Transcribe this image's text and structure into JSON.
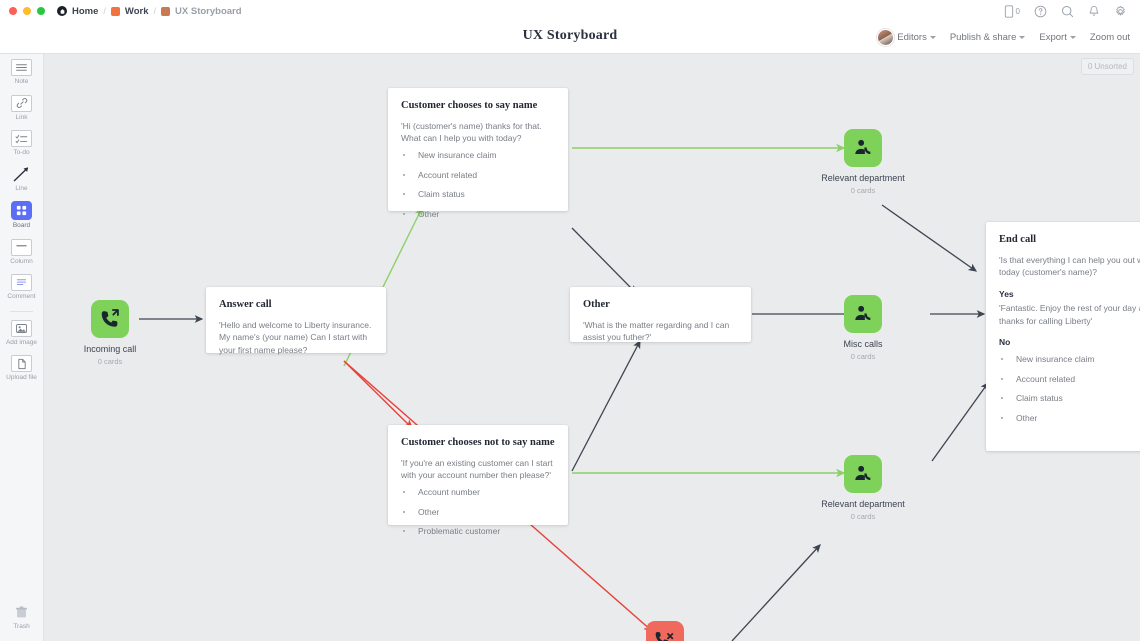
{
  "window": {
    "traffic_lights": [
      "close",
      "minimize",
      "maximize"
    ]
  },
  "breadcrumb": {
    "items": [
      {
        "label": "Home",
        "icon": "home-icon",
        "color": "#1b1f27"
      },
      {
        "label": "Work",
        "icon": "folder-square-icon",
        "color": "#f2733f"
      },
      {
        "label": "UX Storyboard",
        "icon": "folder-square-icon",
        "color": "#c87a50"
      }
    ],
    "separator": "/"
  },
  "topbar_icons": [
    {
      "name": "mobile-icon",
      "count": "0"
    },
    {
      "name": "help-icon"
    },
    {
      "name": "search-icon"
    },
    {
      "name": "notifications-bell-icon"
    },
    {
      "name": "settings-gear-icon"
    }
  ],
  "header": {
    "title": "UX Storyboard",
    "actions": [
      {
        "label": "Editors",
        "caret": true,
        "avatar": true
      },
      {
        "label": "Publish & share",
        "caret": true
      },
      {
        "label": "Export",
        "caret": true
      },
      {
        "label": "Zoom out",
        "caret": false
      }
    ]
  },
  "sidebar": {
    "tools": [
      {
        "label": "Note",
        "icon": "note-icon"
      },
      {
        "label": "Link",
        "icon": "link-icon"
      },
      {
        "label": "To-do",
        "icon": "todo-checklist-icon"
      },
      {
        "label": "Line",
        "icon": "line-arrow-icon"
      },
      {
        "label": "Board",
        "icon": "board-grid-icon",
        "active": true
      },
      {
        "label": "Column",
        "icon": "column-icon"
      },
      {
        "label": "Comment",
        "icon": "comment-icon"
      }
    ],
    "tools_secondary": [
      {
        "label": "Add image",
        "icon": "add-image-icon"
      },
      {
        "label": "Upload file",
        "icon": "upload-file-icon"
      }
    ],
    "trash": {
      "label": "Trash",
      "icon": "trash-icon"
    }
  },
  "canvas": {
    "unsorted_badge": "0 Unsorted",
    "colors": {
      "background": "#eaebec",
      "node_green": "#7ed159",
      "node_red": "#ef6a5c",
      "edge_dark": "#3d4552",
      "edge_green": "#8cd06a",
      "edge_red": "#e8413a"
    },
    "cards": [
      {
        "id": "customer-says-name",
        "title": "Customer chooses to say name",
        "body": "'Hi (customer's name) thanks for that. What can I help you with today?",
        "list": [
          "New insurance claim",
          "Account related",
          "Claim status",
          "Other"
        ]
      },
      {
        "id": "answer-call",
        "title": "Answer call",
        "body": "'Hello and welcome to Liberty insurance. My name's (your name) Can I start with your first name please?"
      },
      {
        "id": "other",
        "title": "Other",
        "body": "'What is the matter regarding and I can assist you futher?'"
      },
      {
        "id": "customer-not-say-name",
        "title": "Customer chooses not to say name",
        "body": "'If you're an existing customer can I start with your account number then please?'",
        "list": [
          "Account number",
          "Other",
          "Problematic customer"
        ]
      },
      {
        "id": "end-call",
        "title": "End call",
        "body": "'Is that everything I can help you out with today (customer's name)?",
        "yes_label": "Yes",
        "yes_body": "'Fantastic. Enjoy the rest of your day and thanks for calling Liberty'",
        "no_label": "No",
        "list": [
          "New insurance claim",
          "Account related",
          "Claim status",
          "Other"
        ]
      }
    ],
    "nodes": [
      {
        "id": "incoming-call",
        "label": "Incoming call",
        "count": "0 cards",
        "color": "green",
        "icon": "phone-forward-icon"
      },
      {
        "id": "relevant-department-top",
        "label": "Relevant department",
        "count": "0 cards",
        "color": "green",
        "icon": "agent-person-phone-icon"
      },
      {
        "id": "misc-calls",
        "label": "Misc calls",
        "count": "0 cards",
        "color": "green",
        "icon": "agent-person-phone-icon"
      },
      {
        "id": "relevant-department-bottom",
        "label": "Relevant department",
        "count": "0 cards",
        "color": "green",
        "icon": "agent-person-phone-icon"
      },
      {
        "id": "call-ended",
        "label": "",
        "count": "",
        "color": "red",
        "icon": "phone-decline-icon"
      }
    ]
  }
}
